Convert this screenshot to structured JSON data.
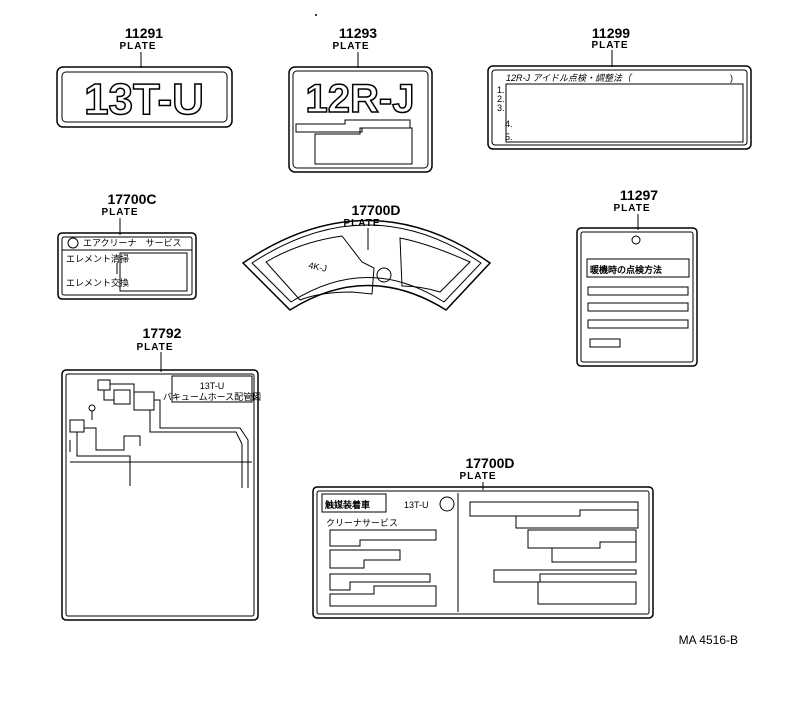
{
  "callouts": [
    {
      "part": "11291",
      "name": "PLATE"
    },
    {
      "part": "11293",
      "name": "PLATE"
    },
    {
      "part": "11299",
      "name": "PLATE"
    },
    {
      "part": "17700C",
      "name": "PLATE"
    },
    {
      "part": "17700D",
      "name": "PLATE"
    },
    {
      "part": "11297",
      "name": "PLATE"
    },
    {
      "part": "17792",
      "name": "PLATE"
    },
    {
      "part": "17700D",
      "name": "PLATE"
    }
  ],
  "plates": {
    "p11291": {
      "text": "13T-U"
    },
    "p11293": {
      "text": "12R-J"
    },
    "p11299": {
      "title": "12R-J  アイドル点検・調整法（",
      "close": ")",
      "rows": [
        "1.",
        "2.",
        "3.",
        "4.",
        "5."
      ]
    },
    "p17700c": {
      "title": "エアクリーナ　サービス",
      "row1": "エレメント清掃",
      "row2": "エレメント交換"
    },
    "p17700d_arc": {
      "text": "4K-J"
    },
    "p11297": {
      "title": "暖機時の点検方法"
    },
    "p17792": {
      "title": "13T-U",
      "subtitle": "バキュームホース配管図"
    },
    "p17700d_rect": {
      "title": "触媒装着車",
      "engine": "13T-U",
      "subtitle": "クリーナサービス"
    }
  },
  "reference": "MA 4516-B"
}
